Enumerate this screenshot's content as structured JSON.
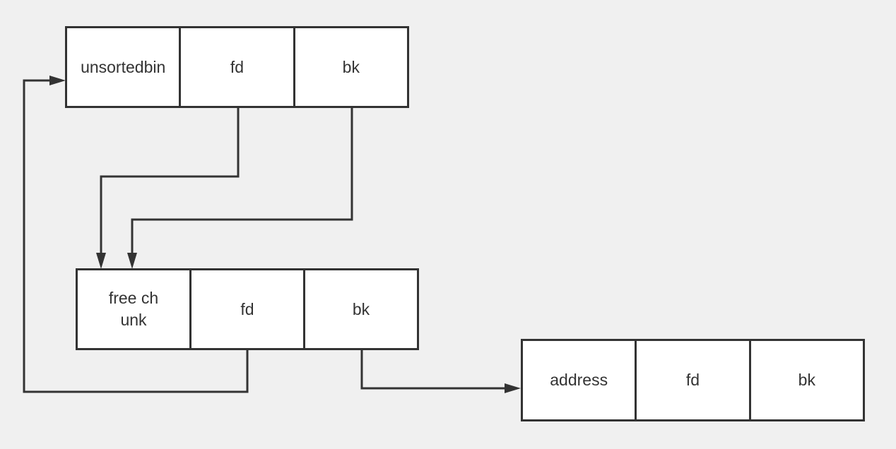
{
  "diagram": {
    "colors": {
      "background": "#f0f0f0",
      "stroke": "#333333",
      "box_fill": "#ffffff",
      "text": "#333333"
    },
    "nodes": {
      "unsortedbin": {
        "head": "unsortedbin",
        "fd": "fd",
        "bk": "bk"
      },
      "free_chunk": {
        "head": "free chunk",
        "fd": "fd",
        "bk": "bk"
      },
      "address": {
        "head": "address",
        "fd": "fd",
        "bk": "bk"
      }
    },
    "edges": [
      {
        "from": "unsortedbin.fd",
        "to": "free_chunk"
      },
      {
        "from": "unsortedbin.bk",
        "to": "free_chunk"
      },
      {
        "from": "free_chunk.fd",
        "to": "unsortedbin"
      },
      {
        "from": "free_chunk.bk",
        "to": "address"
      }
    ]
  }
}
